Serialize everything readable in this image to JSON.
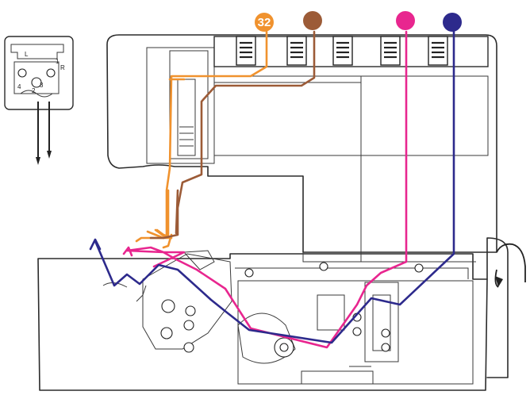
{
  "thread_markers": [
    {
      "id": "thread-1",
      "label": "32",
      "color": "#f0922e"
    },
    {
      "id": "thread-2",
      "label": "",
      "color": "#9c5b37"
    },
    {
      "id": "thread-3",
      "label": "",
      "color": "#e8268f"
    },
    {
      "id": "thread-4",
      "label": "",
      "color": "#2d2a8c"
    }
  ],
  "inset": {
    "labels": [
      "L",
      "R",
      "1",
      "2",
      "3",
      "4"
    ]
  },
  "colors": {
    "orange_thread": "#f0922e",
    "brown_thread": "#9c5b37",
    "pink_thread": "#e8268f",
    "navy_thread": "#2d2a8c",
    "outline": "#2b2b2b"
  }
}
